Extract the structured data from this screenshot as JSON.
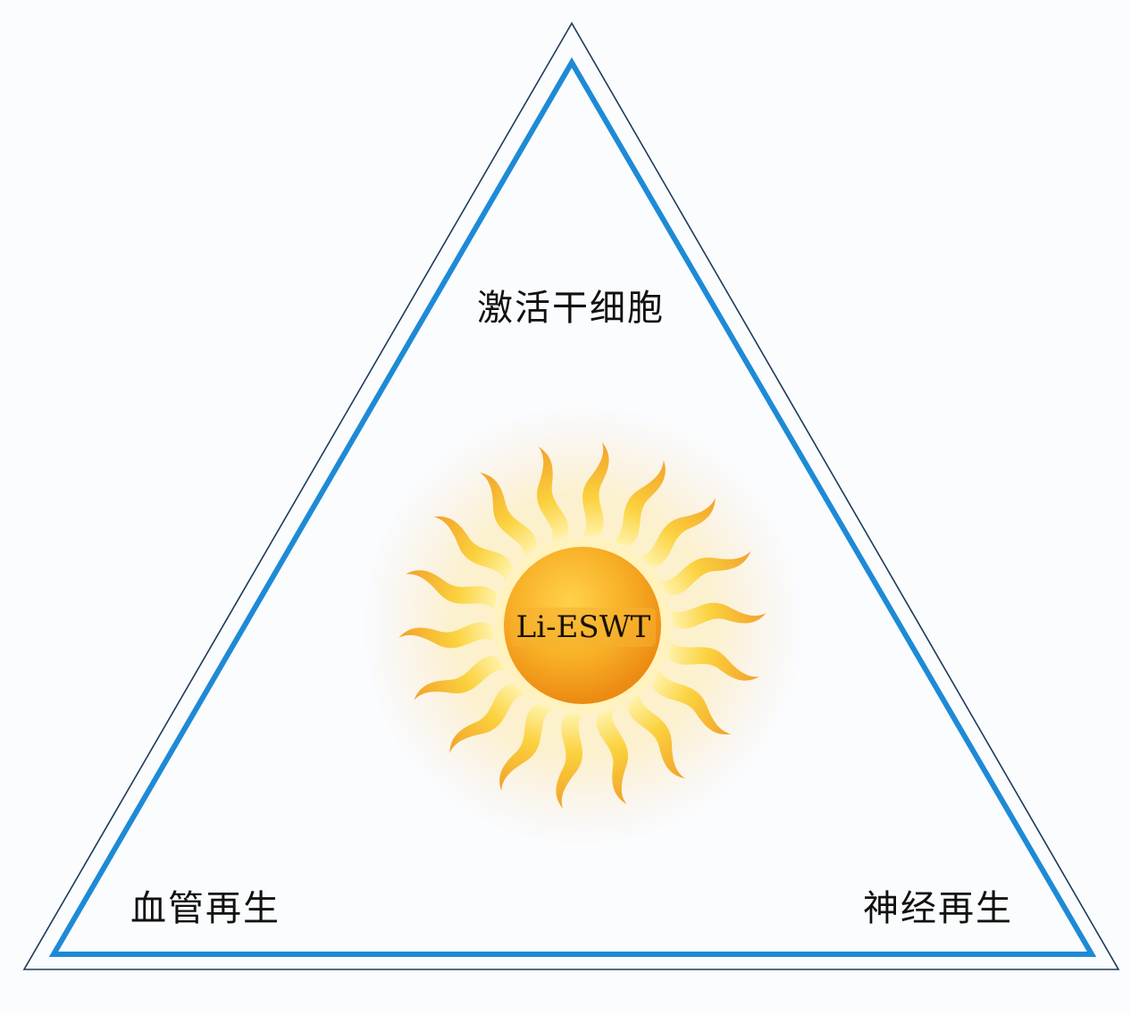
{
  "diagram": {
    "type": "triangle",
    "center": {
      "label": "Li-ESWT",
      "icon": "sun-icon"
    },
    "vertices": {
      "top": "激活干细胞",
      "bottom_left": "血管再生",
      "bottom_right": "神经再生"
    },
    "colors": {
      "outer_triangle": "#1f3a5a",
      "inner_triangle": "#1e8ad6",
      "sun_core": "#f5a623",
      "sun_rays": "#f9c63a",
      "background": "#fafcfe"
    }
  }
}
